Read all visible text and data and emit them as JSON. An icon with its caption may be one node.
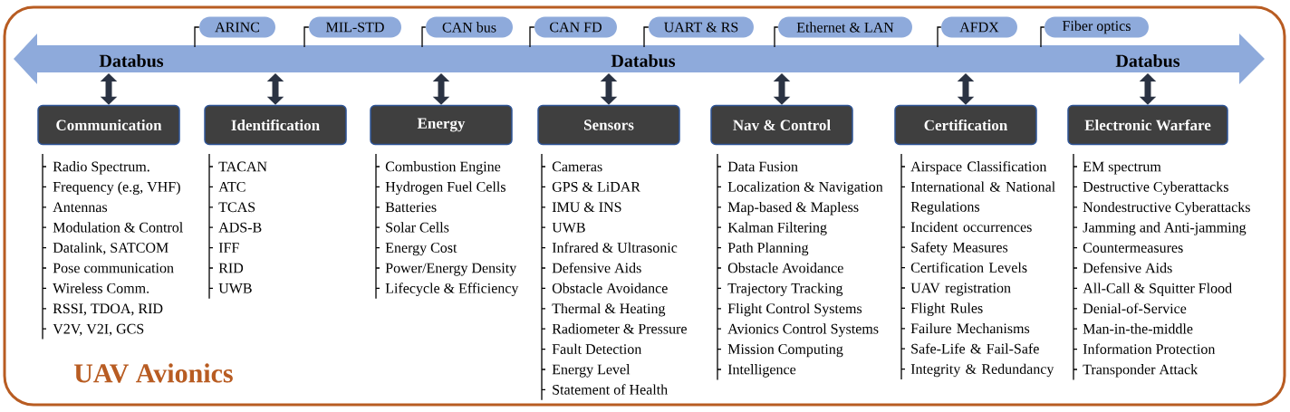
{
  "diagram": {
    "title": "UAV Avionics",
    "nodes": [
      {
        "text": [
          "Databus",
          "Databus",
          "Databus"
        ]
      },
      {
        "text": [
          "ARINC"
        ]
      },
      {
        "text": [
          "MIL-STD"
        ]
      },
      {
        "text": [
          "CAN bus"
        ]
      },
      {
        "text": [
          "CAN FD"
        ]
      },
      {
        "text": [
          "UART & RS"
        ]
      },
      {
        "text": [
          "Ethernet & LAN"
        ]
      },
      {
        "text": [
          "AFDX"
        ]
      },
      {
        "text": [
          "Fiber optics"
        ]
      },
      {
        "text": [
          "Communication"
        ],
        "beside": [
          "Radio Spectrum.",
          "Frequency (e.g, VHF)",
          "Antennas",
          "Modulation & Control",
          "Datalink, SATCOM",
          "Pose communication",
          "Wireless Comm.",
          "RSSI, TDOA, RID",
          "V2V, V2I, GCS"
        ]
      },
      {
        "text": [
          "Identification"
        ],
        "beside": [
          "TACAN",
          "ATC",
          "TCAS",
          "ADS-B",
          "IFF",
          "RID",
          "UWB"
        ]
      },
      {
        "text": [
          "Energy"
        ],
        "beside": [
          "Combustion Engine",
          "Hydrogen Fuel Cells",
          "Batteries",
          "Solar Cells",
          "Energy Cost",
          "Power/Energy Density",
          "Lifecycle & Efficiency"
        ]
      },
      {
        "text": [
          "Sensors"
        ],
        "beside": [
          "Cameras",
          "GPS & LiDAR",
          "IMU & INS",
          "UWB",
          "Infrared & Ultrasonic",
          "Defensive Aids",
          "Obstacle Avoidance",
          "Thermal & Heating",
          "Radiometer & Pressure",
          "Fault Detection",
          "Energy Level",
          "Statement of Health"
        ]
      },
      {
        "text": [
          "Nav & Control"
        ],
        "beside": [
          "Data Fusion",
          "Localization & Navigation",
          "Map-based & Mapless",
          "Kalman Filtering",
          "Path Planning",
          "Obstacle Avoidance",
          "Trajectory Tracking",
          "Flight Control Systems",
          "Avionics Control Systems",
          "Mission Computing",
          "Intelligence"
        ]
      },
      {
        "text": [
          "Certification"
        ],
        "beside": [
          "Airspace Classification",
          "International & National Regulations",
          "Incident occurrences",
          "Safety Measures",
          "Certification Levels",
          "UAV registration",
          "Flight Rules",
          "Failure Mechanisms",
          "Safe-Life & Fail-Safe",
          "Integrity & Redundancy"
        ]
      },
      {
        "text": [
          "Electronic Warfare"
        ],
        "beside": [
          "EM spectrum",
          "Destructive Cyberattacks",
          "Nondestructive Cyberattacks",
          "Jamming and Anti-jamming",
          "Countermeasures",
          "Defensive Aids",
          "All-Call & Squitter Flood",
          "Denial-of-Service",
          "Man-in-the-middle",
          "Information Protection",
          "Transponder Attack"
        ]
      }
    ],
    "edges": [
      {
        "from": 1,
        "to": 0,
        "arrow": "none"
      },
      {
        "from": 2,
        "to": 0,
        "arrow": "none"
      },
      {
        "from": 3,
        "to": 0,
        "arrow": "none"
      },
      {
        "from": 4,
        "to": 0,
        "arrow": "none"
      },
      {
        "from": 5,
        "to": 0,
        "arrow": "none"
      },
      {
        "from": 6,
        "to": 0,
        "arrow": "none"
      },
      {
        "from": 7,
        "to": 0,
        "arrow": "none"
      },
      {
        "from": 8,
        "to": 0,
        "arrow": "none"
      },
      {
        "from": 9,
        "to": 0,
        "arrow": "both",
        "style": "thick",
        "color": "#2b3343"
      },
      {
        "from": 10,
        "to": 0,
        "arrow": "both",
        "style": "thick",
        "color": "#2b3343"
      },
      {
        "from": 11,
        "to": 0,
        "arrow": "both",
        "style": "thick",
        "color": "#2b3343"
      },
      {
        "from": 12,
        "to": 0,
        "arrow": "both",
        "style": "thick",
        "color": "#2b3343"
      },
      {
        "from": 13,
        "to": 0,
        "arrow": "both",
        "style": "thick",
        "color": "#2b3343"
      },
      {
        "from": 14,
        "to": 0,
        "arrow": "both",
        "style": "thick",
        "color": "#2b3343"
      },
      {
        "from": 15,
        "to": 0,
        "arrow": "both",
        "style": "thick",
        "color": "#2b3343"
      }
    ]
  }
}
